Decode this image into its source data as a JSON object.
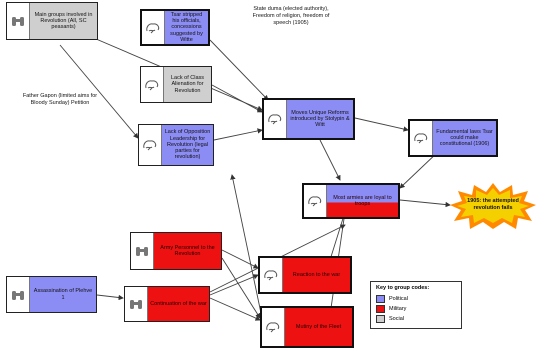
{
  "colors": {
    "political": "#8c8cf5",
    "military": "#ee1111",
    "social": "#cfcfcf",
    "burst_outer": "#f5d000",
    "burst_inner": "#ff8a00"
  },
  "nodes": {
    "n1": {
      "text": "Main groups involved in Revolution (All, SC peasants)",
      "type": "social",
      "icon": "binoculars-icon"
    },
    "n2": {
      "text": "Tsar stripped his officials, concessions suggested by Witte",
      "type": "political",
      "icon": "brain-icon"
    },
    "n3": {
      "text": "Lack of Class Alienation for Revolution",
      "type": "social",
      "icon": "brain-icon"
    },
    "n4": {
      "text": "Lack of Opposition Leadership for Revolution (legal parties for revolution)",
      "type": "political",
      "icon": "brain-icon"
    },
    "n5": {
      "text": "Moves Unique Reforms introduced by Stolypin & Witt",
      "type": "political",
      "icon": "brain-icon"
    },
    "n6": {
      "text": "Fundamental laws Tsar could make constitutional (1906)",
      "type": "political",
      "icon": "brain-icon"
    },
    "n7": {
      "text": "Most armies are loyal to troops",
      "type": "military",
      "icon": "brain-icon"
    },
    "n8": {
      "text": "Army Personnel to the Revolution",
      "type": "military",
      "icon": "binoculars-icon"
    },
    "n9": {
      "text": "Continuation of the war",
      "type": "military",
      "icon": "binoculars-icon"
    },
    "n10": {
      "text": "Assassination of Plehve 1",
      "type": "political",
      "icon": "binoculars-icon"
    },
    "n11": {
      "text": "Reaction to the war",
      "type": "military",
      "icon": "brain-icon"
    },
    "n12": {
      "text": "Mutiny of the Fleet",
      "type": "military",
      "icon": "brain-icon"
    }
  },
  "annotations": {
    "duma": "State duma (elected authority), Freedom of religion, freedom of speech (1905)",
    "gapon": "Father Gapon (limited aims for Bloody Sunday) Petition"
  },
  "outcome": {
    "text": "1905: the attempted revolution fails"
  },
  "key": {
    "title": "Key to group codes:",
    "items": [
      {
        "label": "Political",
        "color": "#8c8cf5"
      },
      {
        "label": "Military",
        "color": "#ee1111"
      },
      {
        "label": "Social",
        "color": "#cfcfcf"
      }
    ]
  }
}
